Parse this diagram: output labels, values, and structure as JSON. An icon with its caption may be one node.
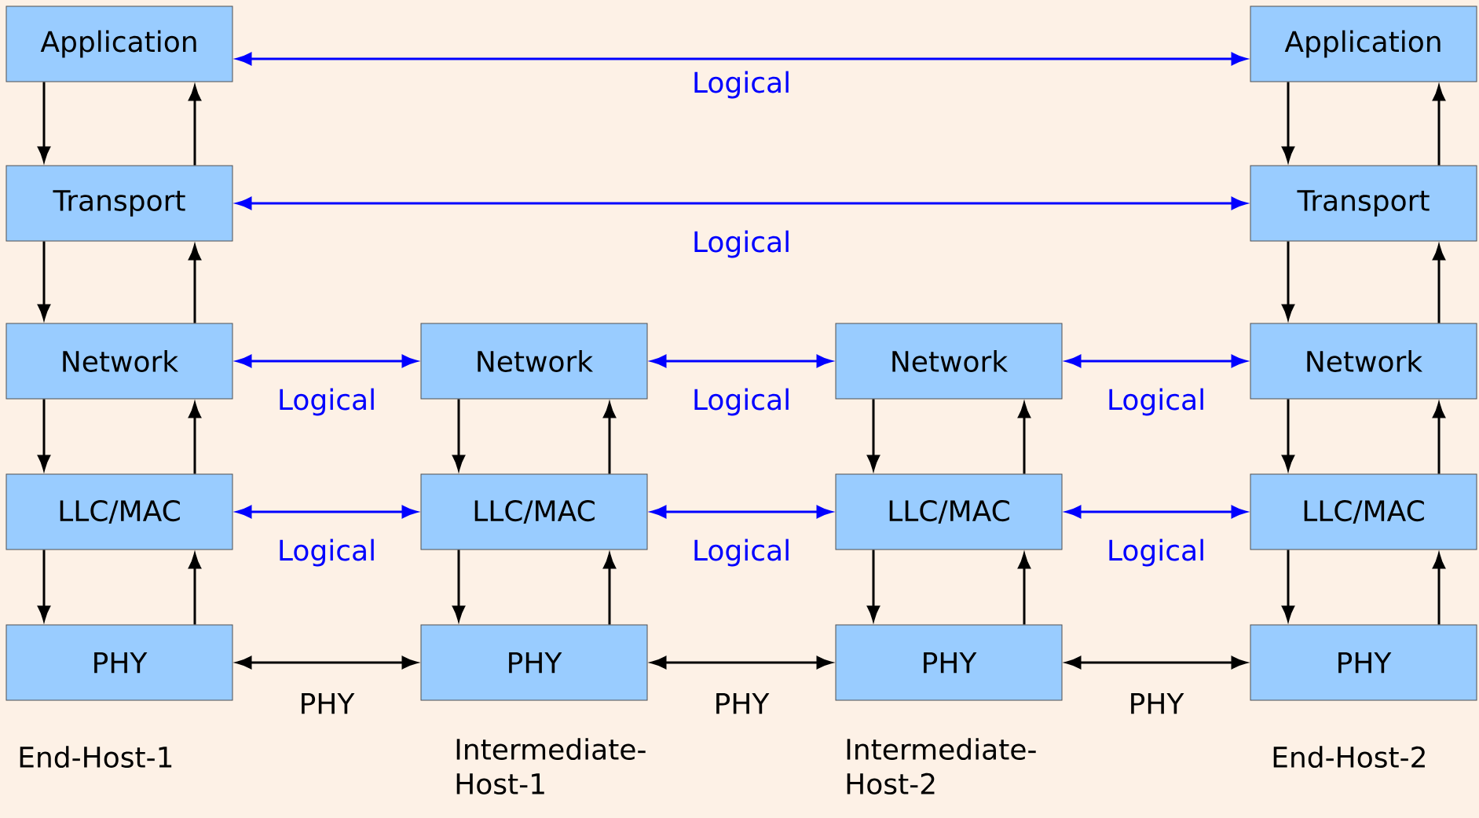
{
  "diagram": {
    "nodes": [
      {
        "text": [
          "Application"
        ]
      },
      {
        "text": [
          "Application"
        ]
      },
      {
        "text": [
          "Transport"
        ]
      },
      {
        "text": [
          "Transport"
        ]
      },
      {
        "text": [
          "Network"
        ]
      },
      {
        "text": [
          "Network"
        ]
      },
      {
        "text": [
          "Network"
        ]
      },
      {
        "text": [
          "Network"
        ]
      },
      {
        "text": [
          "LLC/MAC"
        ]
      },
      {
        "text": [
          "LLC/MAC"
        ]
      },
      {
        "text": [
          "LLC/MAC"
        ]
      },
      {
        "text": [
          "LLC/MAC"
        ]
      },
      {
        "text": [
          "PHY"
        ]
      },
      {
        "text": [
          "PHY"
        ]
      },
      {
        "text": [
          "PHY"
        ]
      },
      {
        "text": [
          "PHY"
        ]
      }
    ],
    "edges": [
      {
        "from": 0,
        "to": 1,
        "arrow": "both",
        "label": "Logical",
        "color": "#0000ff"
      },
      {
        "from": 2,
        "to": 3,
        "arrow": "both",
        "label": "Logical",
        "color": "#0000ff"
      },
      {
        "from": 4,
        "to": 5,
        "arrow": "both",
        "label": "Logical",
        "color": "#0000ff"
      },
      {
        "from": 5,
        "to": 6,
        "arrow": "both",
        "label": "Logical",
        "color": "#0000ff"
      },
      {
        "from": 6,
        "to": 7,
        "arrow": "both",
        "label": "Logical",
        "color": "#0000ff"
      },
      {
        "from": 8,
        "to": 9,
        "arrow": "both",
        "label": "Logical",
        "color": "#0000ff"
      },
      {
        "from": 9,
        "to": 10,
        "arrow": "both",
        "label": "Logical",
        "color": "#0000ff"
      },
      {
        "from": 10,
        "to": 11,
        "arrow": "both",
        "label": "Logical",
        "color": "#0000ff"
      },
      {
        "from": 12,
        "to": 13,
        "arrow": "both",
        "label": "PHY"
      },
      {
        "from": 13,
        "to": 14,
        "arrow": "both",
        "label": "PHY"
      },
      {
        "from": 14,
        "to": 15,
        "arrow": "both",
        "label": "PHY"
      },
      {
        "from": 0,
        "to": 2,
        "arrow": "to"
      },
      {
        "from": 2,
        "to": 0,
        "arrow": "to"
      },
      {
        "from": 2,
        "to": 4,
        "arrow": "to"
      },
      {
        "from": 4,
        "to": 2,
        "arrow": "to"
      },
      {
        "from": 4,
        "to": 8,
        "arrow": "to"
      },
      {
        "from": 8,
        "to": 4,
        "arrow": "to"
      },
      {
        "from": 8,
        "to": 12,
        "arrow": "to"
      },
      {
        "from": 12,
        "to": 8,
        "arrow": "to"
      },
      {
        "from": 5,
        "to": 9,
        "arrow": "to"
      },
      {
        "from": 9,
        "to": 5,
        "arrow": "to"
      },
      {
        "from": 9,
        "to": 13,
        "arrow": "to"
      },
      {
        "from": 13,
        "to": 9,
        "arrow": "to"
      },
      {
        "from": 6,
        "to": 10,
        "arrow": "to"
      },
      {
        "from": 10,
        "to": 6,
        "arrow": "to"
      },
      {
        "from": 10,
        "to": 14,
        "arrow": "to"
      },
      {
        "from": 14,
        "to": 10,
        "arrow": "to"
      },
      {
        "from": 1,
        "to": 3,
        "arrow": "to"
      },
      {
        "from": 3,
        "to": 1,
        "arrow": "to"
      },
      {
        "from": 3,
        "to": 7,
        "arrow": "to"
      },
      {
        "from": 7,
        "to": 3,
        "arrow": "to"
      },
      {
        "from": 7,
        "to": 11,
        "arrow": "to"
      },
      {
        "from": 11,
        "to": 7,
        "arrow": "to"
      },
      {
        "from": 11,
        "to": 15,
        "arrow": "to"
      },
      {
        "from": 15,
        "to": 11,
        "arrow": "to"
      }
    ],
    "labels": [
      "End-Host-1",
      "Intermediate-Host-1",
      "Intermediate-Host-2",
      "End-Host-2"
    ]
  }
}
